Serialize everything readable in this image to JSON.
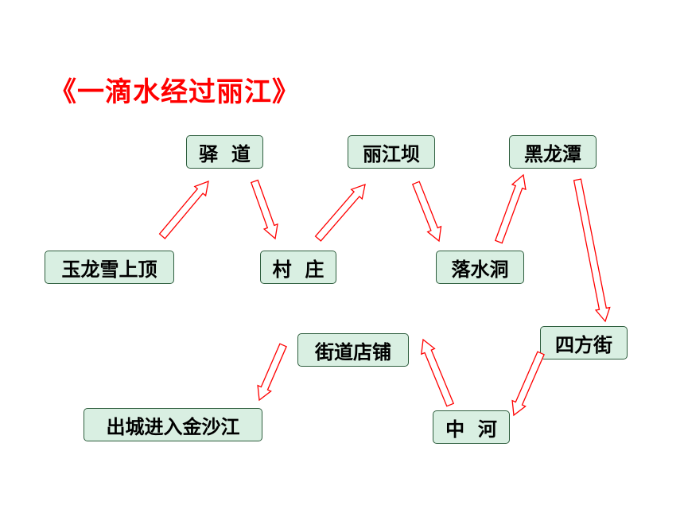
{
  "title": "《一滴水经过丽江》",
  "colors": {
    "title": "#ff0000",
    "node_fill": "#d9efe2",
    "node_border": "#2e5e3e",
    "arrow": "#ff0000"
  },
  "nodes": {
    "yulong": "玉龙雪上顶",
    "yidao": "驿  道",
    "cunzhuang": "村  庄",
    "lijiangba": "丽江坝",
    "luoshuidong": "落水洞",
    "heilongtan": "黑龙潭",
    "sifangjie": "四方街",
    "zhonghe": "中  河",
    "jiedao": "街道店铺",
    "chucheng": "出城进入金沙江"
  }
}
